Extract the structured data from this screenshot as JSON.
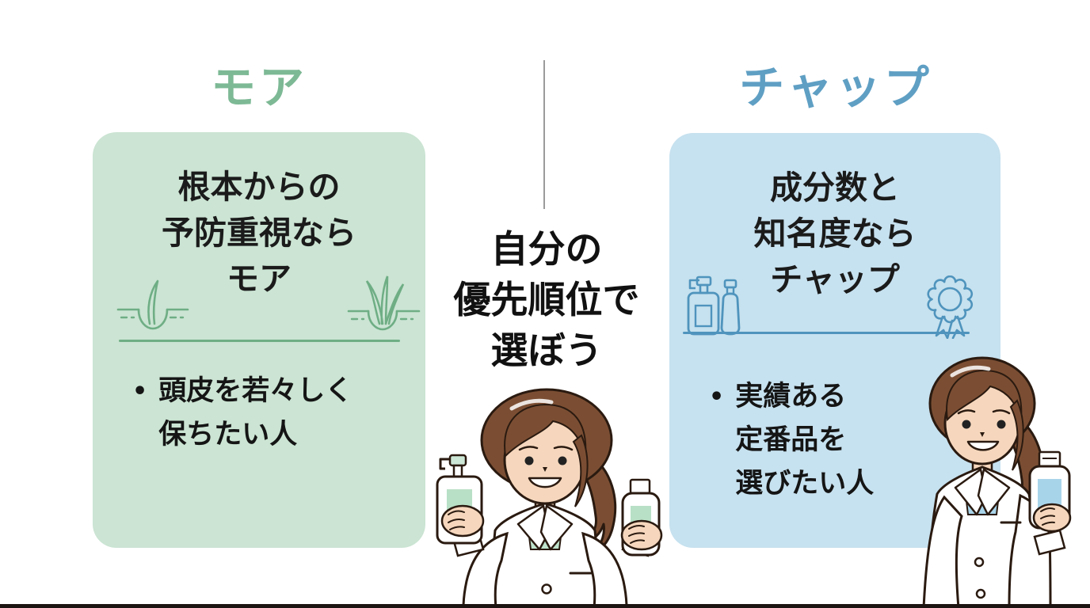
{
  "meta": {
    "language": "ja",
    "kind": "product-comparison-infographic"
  },
  "colors": {
    "left_accent": "#7db995",
    "left_card_bg": "#cbe4d3",
    "left_icon_stroke": "#6fae85",
    "right_accent": "#5f9fc4",
    "right_card_bg": "#c6e1ef",
    "right_icon_stroke": "#4f94bd",
    "text": "#1b1b1b",
    "divider": "#9b9b9b",
    "bottom_border": "#1c1410"
  },
  "left_column": {
    "title": "モア",
    "card": {
      "heading_line1": "根本からの",
      "heading_line2": "予防重視なら",
      "keyword": "モア",
      "bullet_glyph": "•",
      "bullet_line1": "頭皮を若々しく",
      "bullet_line2": "保ちたい人"
    },
    "icons": [
      "hair-follicle-single",
      "hair-follicle-triple"
    ]
  },
  "center": {
    "prompt_line1": "自分の",
    "prompt_line2": "優先順位で",
    "prompt_line3": "選ぼう"
  },
  "right_column": {
    "title": "チャップ",
    "card": {
      "heading_line1": "成分数と",
      "heading_line2": "知名度なら",
      "keyword": "チャップ",
      "bullet_glyph": "•",
      "bullet_line1": "実績ある",
      "bullet_line2": "定番品を",
      "bullet_line3": "選びたい人"
    },
    "icons": [
      "cosmetic-bottles",
      "award-ribbon"
    ]
  },
  "illustrations": {
    "center_pharmacist": "woman-pharmacist-holding-two-bottles",
    "right_pharmacist": "woman-pharmacist-holding-bottle"
  }
}
